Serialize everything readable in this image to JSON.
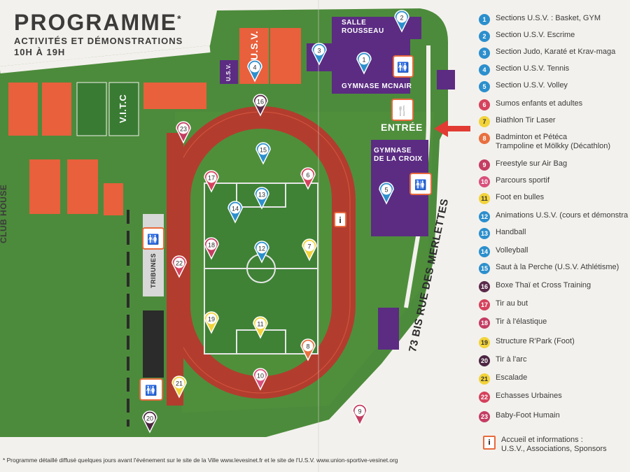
{
  "header": {
    "title": "PROGRAMME",
    "title_mark": "*",
    "subtitle": "ACTIVITÉS ET DÉMONSTRATIONS",
    "hours": "10H À 19H"
  },
  "map_labels": {
    "salle": "SALLE\nROUSSEAU",
    "gymnase_mcnair": "GYMNASE MCNAIR",
    "entree": "ENTRÉE",
    "gymnase_croix": "GYMNASE\nDE LA CROIX",
    "usv_court": "U.S.V.",
    "usv_small": "U.S.V.",
    "vitc": "V.I.T.C",
    "tribunes": "TRIBUNES",
    "club_house": "CLUB HOUSE",
    "street": "73 BIS RUE DES MERLETTES"
  },
  "legend": [
    {
      "num": "1",
      "label": "Sections U.S.V. : Basket, GYM",
      "color": "#2c8fcd"
    },
    {
      "num": "2",
      "label": "Section U.S.V. Escrime",
      "color": "#2c8fcd"
    },
    {
      "num": "3",
      "label": "Section Judo, Karaté et Krav-maga",
      "color": "#2c8fcd"
    },
    {
      "num": "4",
      "label": "Section U.S.V. Tennis",
      "color": "#2c8fcd"
    },
    {
      "num": "5",
      "label": "Section U.S.V. Volley",
      "color": "#2c8fcd"
    },
    {
      "num": "6",
      "label": "Sumos enfants et adultes",
      "color": "#d5425d"
    },
    {
      "num": "7",
      "label": "Biathlon Tir Laser",
      "color": "#f2d33a"
    },
    {
      "num": "8",
      "label": "Badminton et Pétéca\nTrampoline et Mölkky (Décathlon)",
      "color": "#e8703f"
    },
    {
      "num": "9",
      "label": "Freestyle sur Air Bag",
      "color": "#c43d62"
    },
    {
      "num": "10",
      "label": "Parcours sportif",
      "color": "#d8507c"
    },
    {
      "num": "11",
      "label": "Foot en bulles",
      "color": "#f2d33a"
    },
    {
      "num": "12",
      "label": "Animations U.S.V. (cours et démonstra",
      "color": "#2c8fcd"
    },
    {
      "num": "13",
      "label": "Handball",
      "color": "#2c8fcd"
    },
    {
      "num": "14",
      "label": "Volleyball",
      "color": "#2c8fcd"
    },
    {
      "num": "15",
      "label": "Saut à la Perche (U.S.V. Athlétisme)",
      "color": "#2c8fcd"
    },
    {
      "num": "16",
      "label": "Boxe Thaï et Cross Training",
      "color": "#5a2a4a"
    },
    {
      "num": "17",
      "label": "Tir au but",
      "color": "#d5425d"
    },
    {
      "num": "18",
      "label": "Tir à l'élastique",
      "color": "#c43d62"
    },
    {
      "num": "19",
      "label": "Structure R'Park (Foot)",
      "color": "#f2d33a"
    },
    {
      "num": "20",
      "label": "Tir à l'arc",
      "color": "#4a2540"
    },
    {
      "num": "21",
      "label": "Escalade",
      "color": "#f2d33a"
    },
    {
      "num": "22",
      "label": "Echasses Urbaines",
      "color": "#d5425d"
    },
    {
      "num": "23",
      "label": "Baby-Foot Humain",
      "color": "#c43d62"
    }
  ],
  "info": {
    "icon": "i",
    "label": "Accueil et informations :\nU.S.V., Associations, Sponsors"
  },
  "markers": [
    {
      "num": "1",
      "color": "#2c8fcd"
    },
    {
      "num": "2",
      "color": "#2c8fcd"
    },
    {
      "num": "3",
      "color": "#2c8fcd"
    },
    {
      "num": "4",
      "color": "#2c8fcd"
    },
    {
      "num": "5",
      "color": "#2c8fcd"
    },
    {
      "num": "6",
      "color": "#d5425d"
    },
    {
      "num": "7",
      "color": "#f2d33a"
    },
    {
      "num": "8",
      "color": "#e8703f"
    },
    {
      "num": "9",
      "color": "#c43d62"
    },
    {
      "num": "10",
      "color": "#d8507c"
    },
    {
      "num": "11",
      "color": "#f2d33a"
    },
    {
      "num": "12",
      "color": "#2c8fcd"
    },
    {
      "num": "13",
      "color": "#2c8fcd"
    },
    {
      "num": "14",
      "color": "#2c8fcd"
    },
    {
      "num": "15",
      "color": "#2c8fcd"
    },
    {
      "num": "16",
      "color": "#5a2a4a"
    },
    {
      "num": "17",
      "color": "#d5425d"
    },
    {
      "num": "18",
      "color": "#c43d62"
    },
    {
      "num": "19",
      "color": "#f2d33a"
    },
    {
      "num": "20",
      "color": "#4a2540"
    },
    {
      "num": "21",
      "color": "#f2d33a"
    },
    {
      "num": "22",
      "color": "#d5425d"
    },
    {
      "num": "23",
      "color": "#c43d62"
    }
  ],
  "footnote": "* Programme détaillé diffusé quelques jours avant l'événement sur le site de la Ville www.levesinet.fr et le site de l'U.S.V. www.union-sportive-vesinet.org"
}
